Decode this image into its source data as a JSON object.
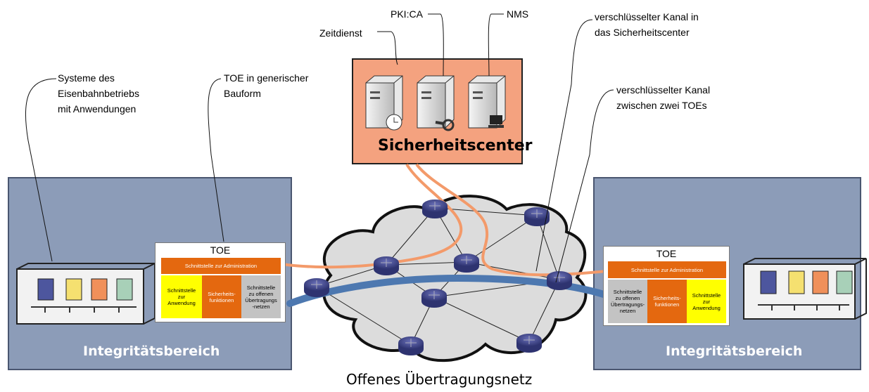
{
  "callouts": {
    "systeme": "Systeme des\nEisenbahnbetriebs\nmit Anwendungen",
    "toe_generic": "TOE in generischer\nBauform",
    "zeitdienst": "Zeitdienst",
    "pki": "PKI:CA",
    "nms": "NMS",
    "channel_sc": "verschlüsselter Kanal in\ndas Sicherheitscenter",
    "channel_toes": "verschlüsselter Kanal\nzwischen zwei TOEs"
  },
  "security_center": {
    "title": "Sicherheitscenter"
  },
  "zones": [
    {
      "title": "Integritätsbereich"
    },
    {
      "title": "Integritätsbereich"
    }
  ],
  "toe_left": {
    "title": "TOE",
    "admin": "Schnittstelle zur Administration",
    "cells": [
      "Schnittstelle\nzur\nAnwendung",
      "Sicherheits-\nfunktionen",
      "Schnittstelle\nzu offenen\nÜbertragungs\n-netzen"
    ]
  },
  "toe_right": {
    "title": "TOE",
    "admin": "Schnittstelle zur Administration",
    "cells": [
      "Schnittstelle\nzu offenen\nÜbertragungs-\nnetzen",
      "Sicherheits-\nfunktionen",
      "Schnittstelle\nzur\nAnwendung"
    ]
  },
  "network_title": "Offenes Übertragungsnetz",
  "colors": {
    "zone": "#8c9cb8",
    "security_center": "#f4a27f",
    "admin": "#e4680f",
    "channel_orange": "#f39a6a",
    "channel_blue": "#4d78b0",
    "router": "#454a8c",
    "cloud": "#dcdcdc"
  },
  "icons": [
    "time-server-icon",
    "key-server-icon",
    "nms-server-icon",
    "router-icon",
    "rack-icon"
  ]
}
